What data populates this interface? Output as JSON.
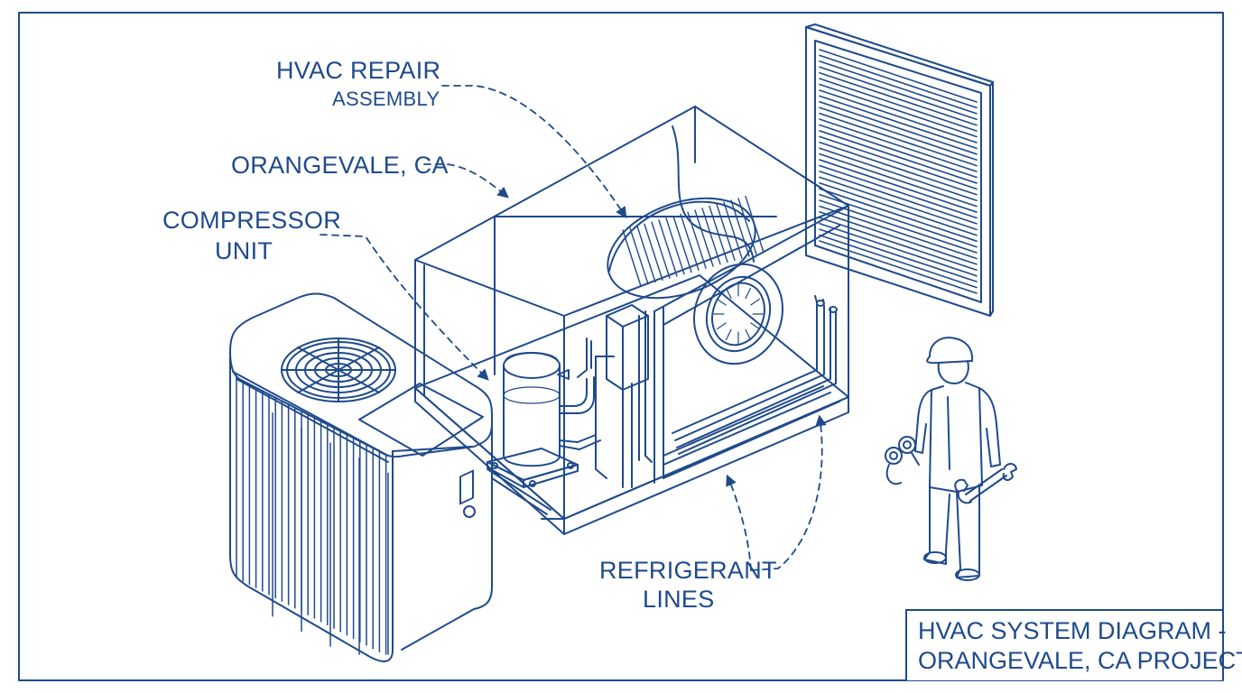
{
  "labels": {
    "hvac_repair_line1": "HVAC REPAIR",
    "hvac_repair_line2": "ASSEMBLY",
    "location": "ORANGEVALE, CA",
    "compressor_line1": "COMPRESSOR",
    "compressor_line2": "UNIT",
    "refrigerant_line1": "REFRIGERANT",
    "refrigerant_line2": "LINES"
  },
  "title_block": {
    "line1": "HVAC SYSTEM DIAGRAM -",
    "line2": "ORANGEVALE, CA PROJECT"
  },
  "colors": {
    "ink": "#1f4a8c",
    "paper": "#ffffff"
  },
  "icons": [
    "condenser-unit",
    "air-handler-cabinet",
    "blower-fan",
    "compressor",
    "air-filter-grille",
    "technician",
    "wrench"
  ]
}
